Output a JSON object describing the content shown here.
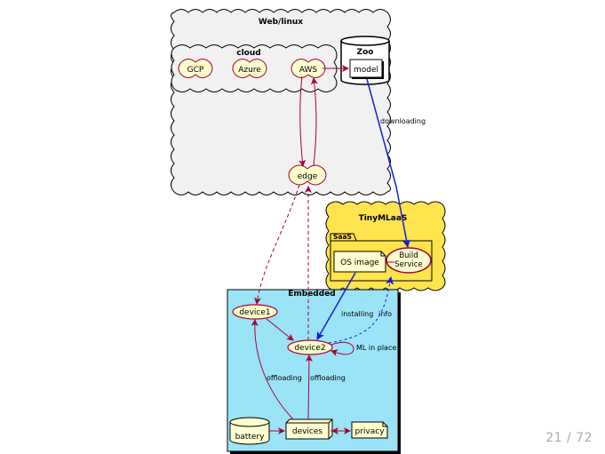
{
  "diagram": {
    "web": {
      "title": "Web/linux"
    },
    "cloud": {
      "title": "cloud",
      "nodes": [
        "GCP",
        "Azure",
        "AWS"
      ]
    },
    "zoo": {
      "title": "Zoo",
      "model": "model"
    },
    "edge": "edge",
    "tinyml": {
      "title": "TinyMLaaS",
      "saas": "SaaS",
      "os_image": "OS image",
      "build_service_line1": "Build",
      "build_service_line2": "Service"
    },
    "embedded": {
      "title": "Embedded",
      "device1": "device1",
      "device2": "device2",
      "battery": "battery",
      "devices": "devices",
      "privacy": "privacy"
    },
    "edges": {
      "downloading": "downloading",
      "installing": "installing",
      "info": "info",
      "ml_in_place": "ML in place",
      "offloading_1": "offloading",
      "offloading_2": "offloading"
    },
    "colors": {
      "cloud_fill": "#f1f1f1",
      "node_fill": "#fefece",
      "tinyml_fill": "#ffe44d",
      "embedded_fill": "#9be4f8",
      "arrow_red": "#a80036",
      "arrow_blue": "#1a1adb"
    }
  },
  "pager": {
    "text": "21 / 72"
  }
}
